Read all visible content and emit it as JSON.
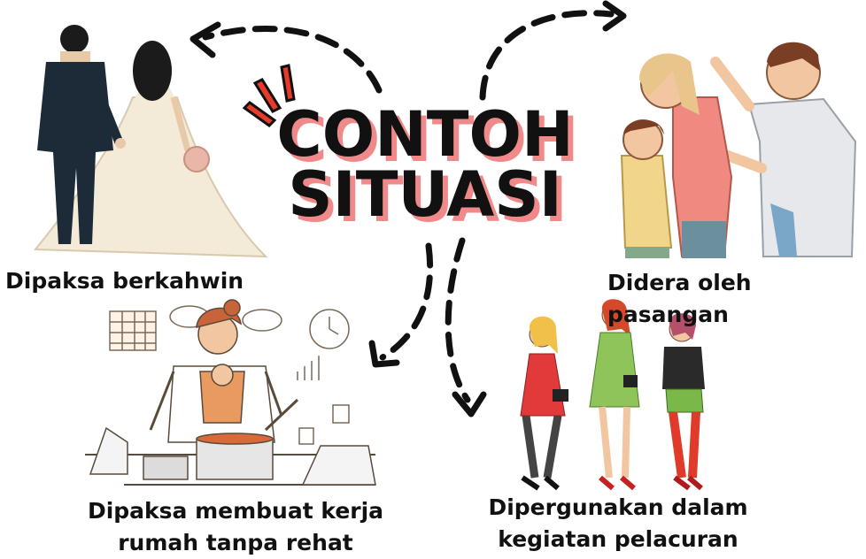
{
  "title": {
    "line1": "CONTOH",
    "line2": "SITUASI"
  },
  "captions": {
    "wedding": "Dipaksa berkahwin",
    "abuse": "Didera oleh pasangan",
    "housework_line1": "Dipaksa membuat kerja",
    "housework_line2": "rumah tanpa rehat",
    "prostitution_line1": "Dipergunakan dalam",
    "prostitution_line2": "kegiatan pelacuran"
  },
  "colors": {
    "title_fill": "#111111",
    "title_shadow": "#f08a8a",
    "accent_burst": "#e83a2a",
    "arrow": "#111111"
  }
}
